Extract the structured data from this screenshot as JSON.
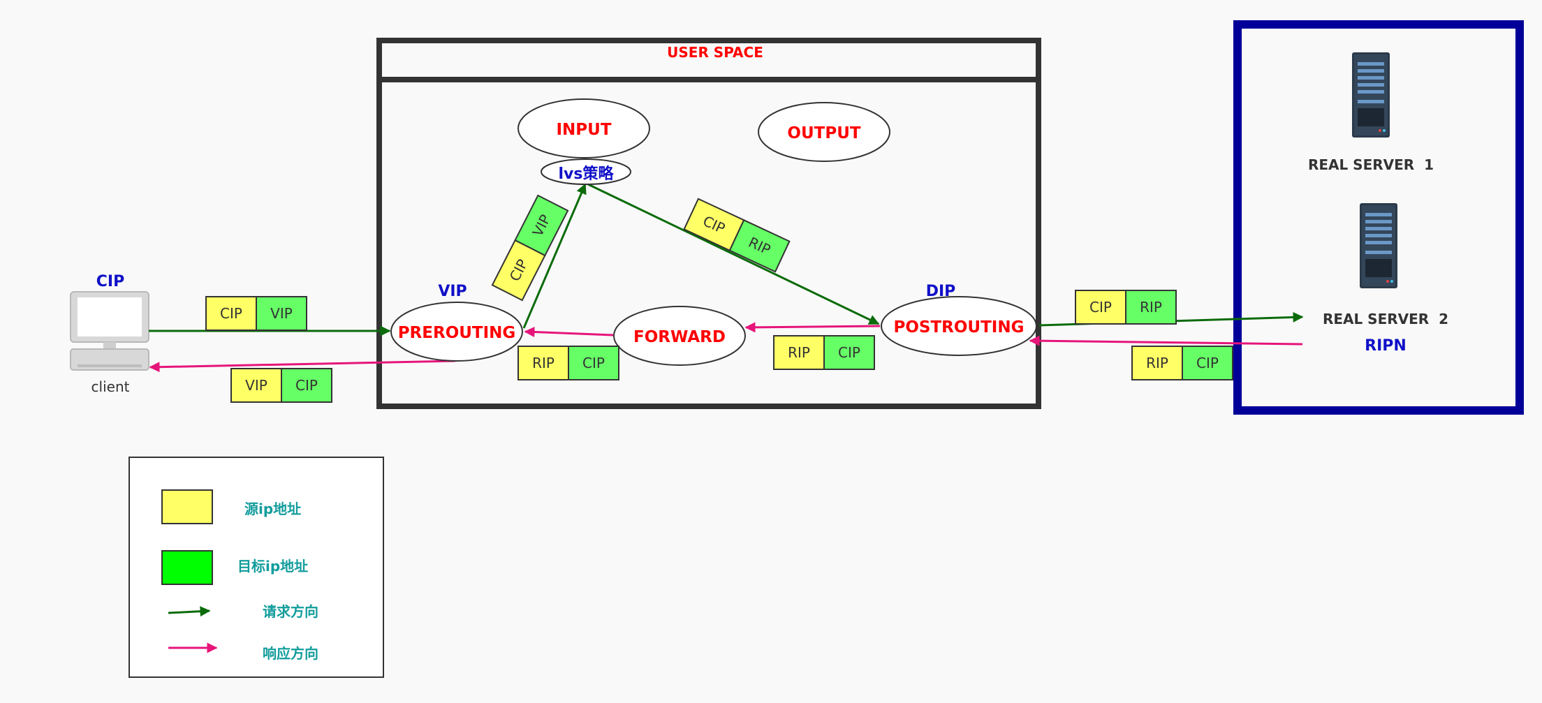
{
  "colors": {
    "source_box": "#ffff66",
    "target_box": "#66ff66",
    "legend_target_box": "#00ff00",
    "request_arrow": "#0b6b0b",
    "response_arrow": "#e6157a",
    "server_frame": "#000099",
    "kernel_frame": "#333333",
    "node_label": "#ff0000",
    "address_label": "#1010c8",
    "legend_text": "#139c9c"
  },
  "kernel": {
    "user_space_label": "USER SPACE",
    "nodes": {
      "input": "INPUT",
      "output": "OUTPUT",
      "lvs_policy": "lvs策略",
      "prerouting": "PREROUTING",
      "forward": "FORWARD",
      "postrouting": "POSTROUTING"
    },
    "vip_label": "VIP",
    "dip_label": "DIP"
  },
  "client": {
    "ip_label": "CIP",
    "name": "client",
    "icon": "desktop-computer-icon"
  },
  "servers": {
    "server1_label": "REAL SERVER  1",
    "server2_label": "REAL SERVER  2",
    "ripn_label": "RIPN",
    "icon": "server-tower-icon"
  },
  "packets": {
    "client_request": [
      "CIP",
      "VIP"
    ],
    "client_response": [
      "VIP",
      "CIP"
    ],
    "to_lvs": [
      "CIP",
      "VIP"
    ],
    "lvs_to_post": [
      "CIP",
      "RIP"
    ],
    "forward_out": [
      "RIP",
      "CIP"
    ],
    "post_in": [
      "RIP",
      "CIP"
    ],
    "to_server": [
      "CIP",
      "RIP"
    ],
    "from_server": [
      "RIP",
      "CIP"
    ]
  },
  "legend": {
    "source_ip": "源ip地址",
    "target_ip": "目标ip地址",
    "request_direction": "请求方向",
    "response_direction": "响应方向"
  }
}
